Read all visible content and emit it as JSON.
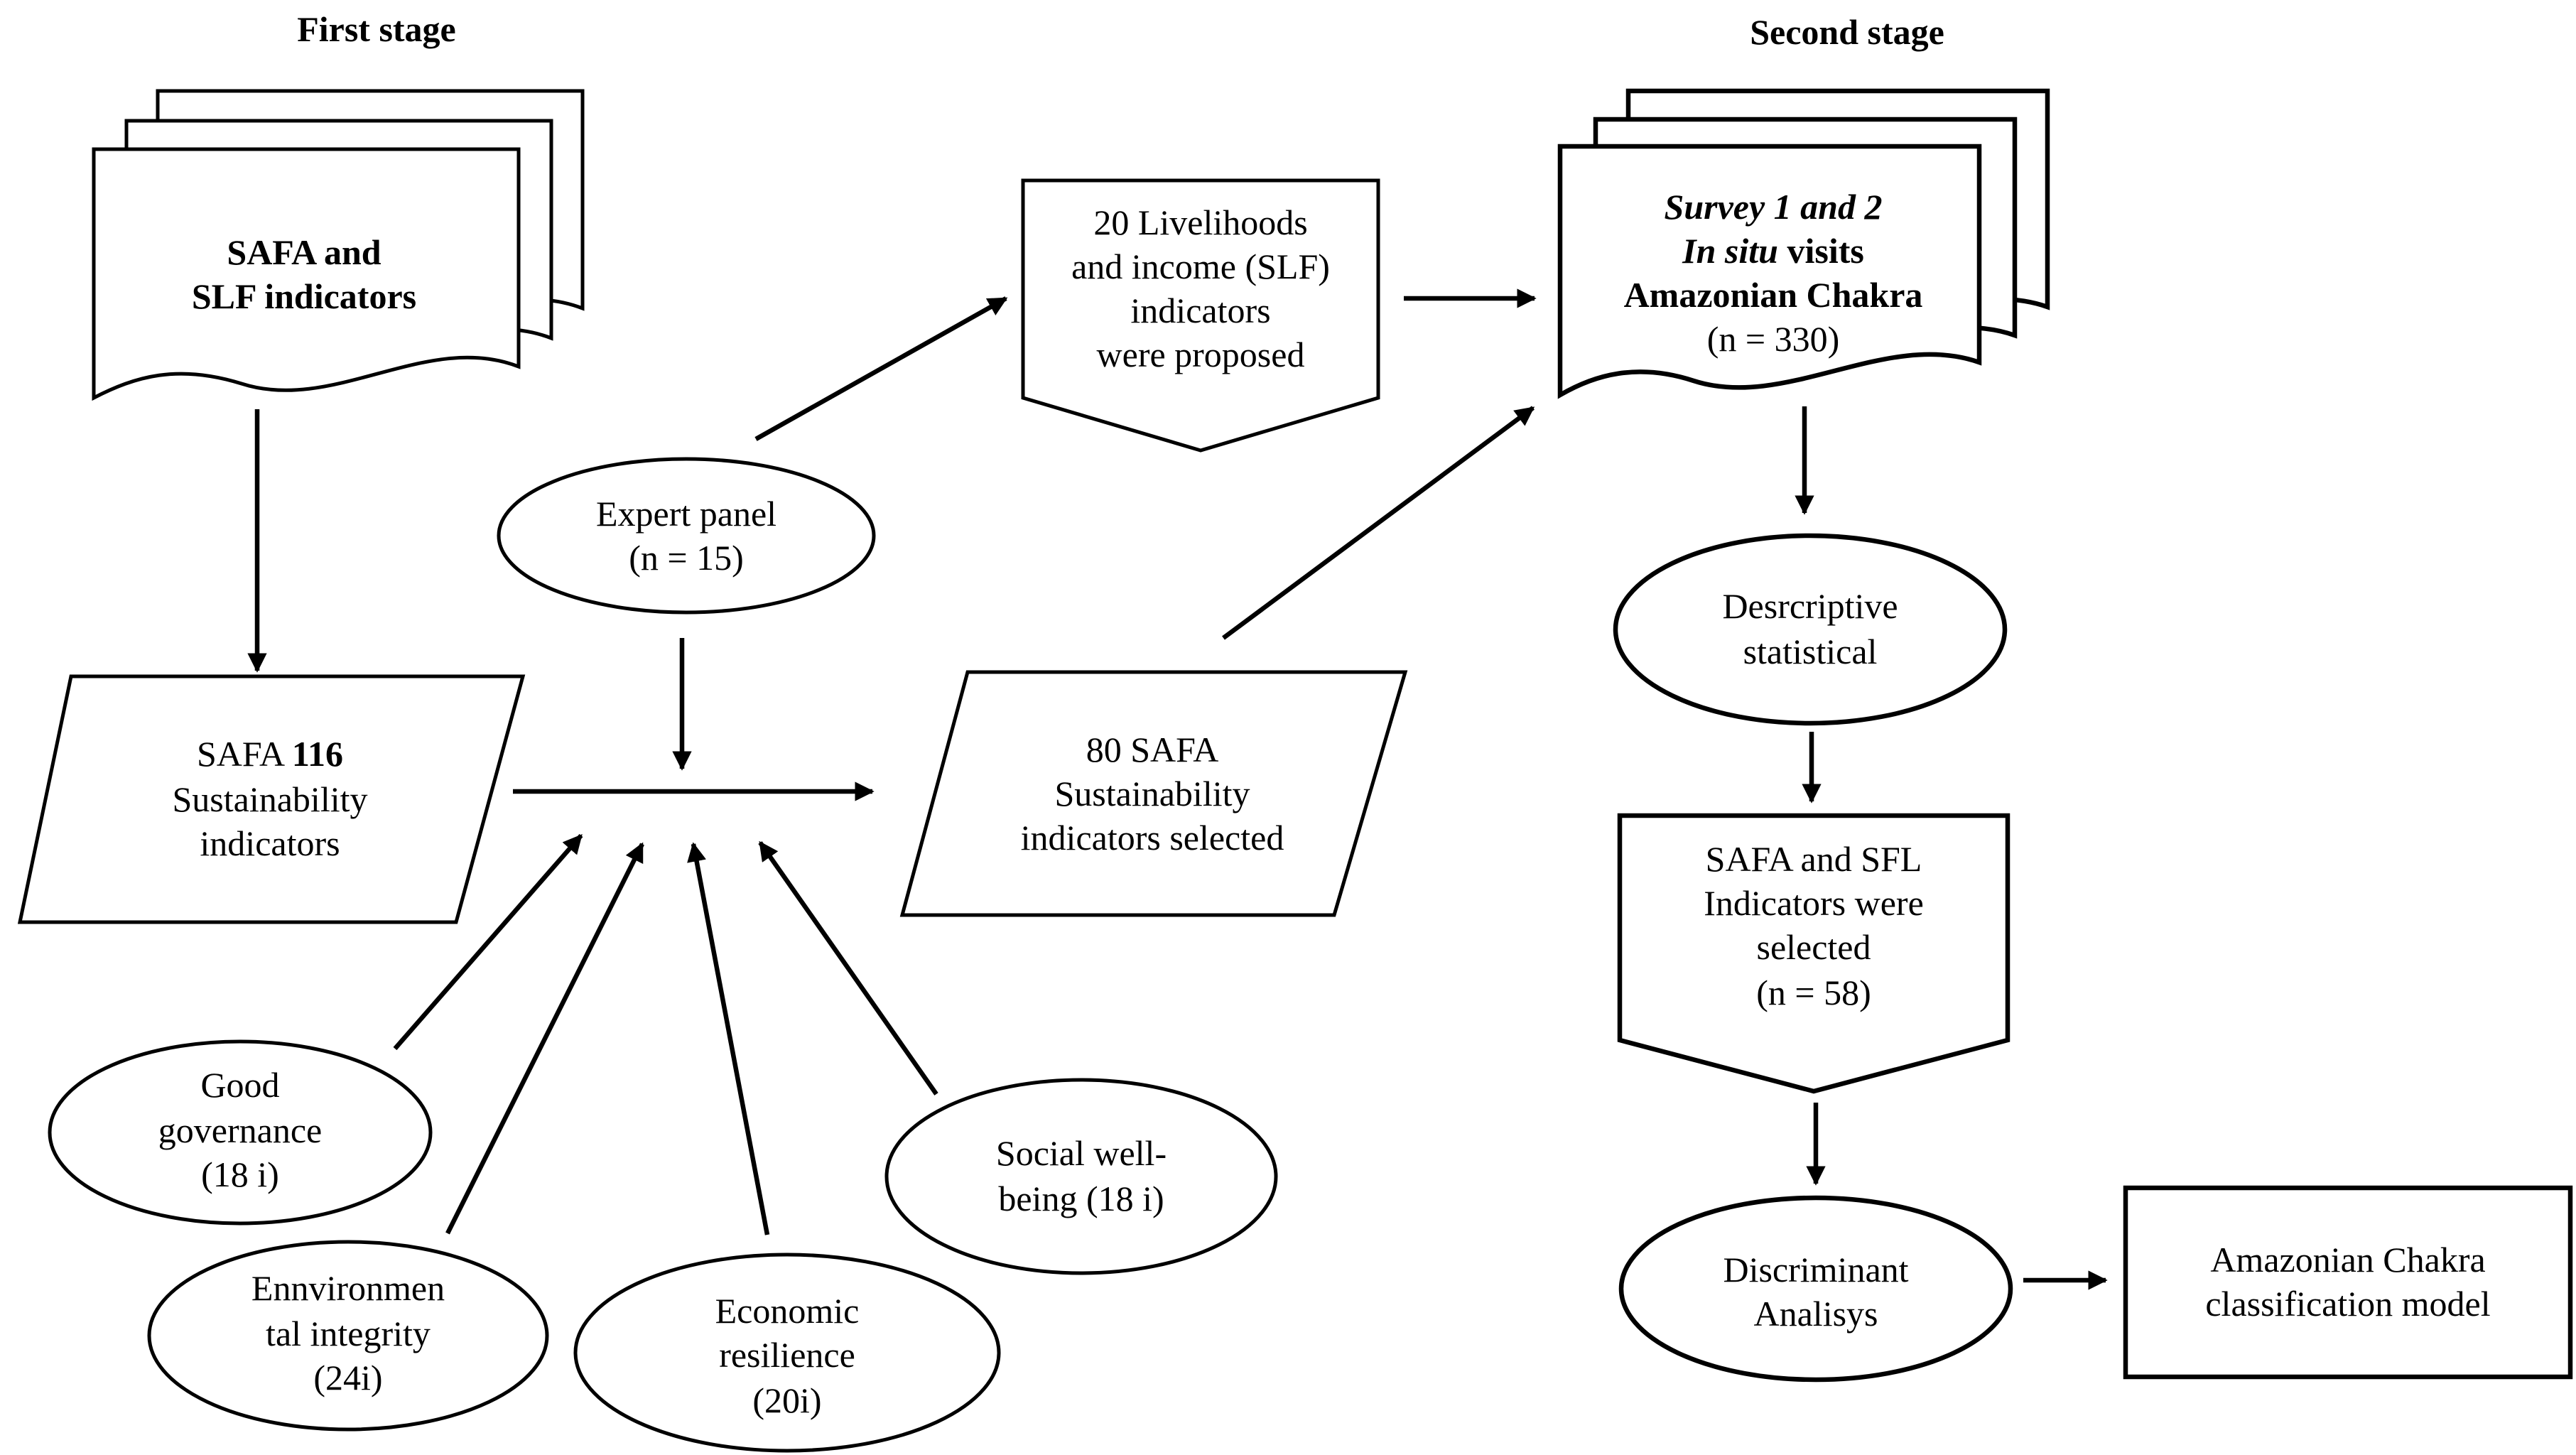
{
  "headers": {
    "first_stage": "First stage",
    "second_stage": "Second stage"
  },
  "nodes": {
    "safa_slf_docs": {
      "line1": "SAFA and",
      "line2": "SLF indicators"
    },
    "safa_116": {
      "line1_a": "SAFA ",
      "line1_b": "116",
      "line2": "Sustainability",
      "line3": "indicators"
    },
    "expert_panel": {
      "line1": "Expert panel",
      "line2": "(n = 15)"
    },
    "livelihoods": {
      "line1": "20 Livelihoods",
      "line2": "and income (SLF)",
      "line3": "indicators",
      "line4": "were proposed"
    },
    "safa_80": {
      "line1": "80 SAFA",
      "line2": "Sustainability",
      "line3": "indicators selected"
    },
    "good_governance": {
      "line1": "Good",
      "line2": "governance",
      "line3": "(18 i)"
    },
    "environmental": {
      "line1": "Ennvironmen",
      "line2": "tal integrity",
      "line3": "(24i)"
    },
    "economic": {
      "line1": "Economic",
      "line2": "resilience",
      "line3": "(20i)"
    },
    "social": {
      "line1": "Social well-",
      "line2": "being (18 i)"
    },
    "survey_docs": {
      "line1": "Survey 1 and 2",
      "line2_a": "In situ",
      "line2_b": " visits",
      "line3": "Amazonian Chakra",
      "line4": "(n = 330)"
    },
    "descriptive": {
      "line1": "Desrcriptive",
      "line2": "statistical"
    },
    "safa_sfl_selected": {
      "line1": "SAFA and SFL",
      "line2": "Indicators were",
      "line3": "selected",
      "line4": "(n = 58)"
    },
    "discriminant": {
      "line1": "Discriminant",
      "line2": "Analisys"
    },
    "classification_model": {
      "line1": "Amazonian Chakra",
      "line2": "classification model"
    }
  }
}
